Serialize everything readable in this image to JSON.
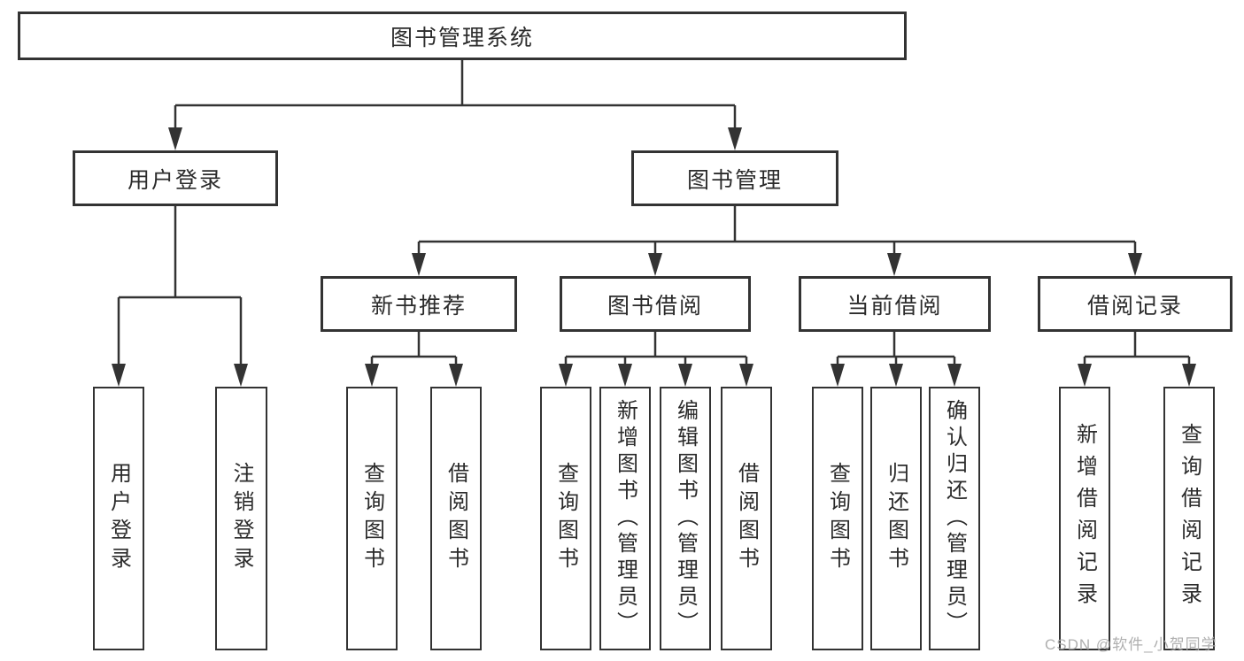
{
  "tree": {
    "root": "图书管理系统",
    "children": [
      {
        "label": "用户登录",
        "children": [
          {
            "label": "用户登录"
          },
          {
            "label": "注销登录"
          }
        ]
      },
      {
        "label": "图书管理",
        "children": [
          {
            "label": "新书推荐",
            "children": [
              {
                "label": "查询图书"
              },
              {
                "label": "借阅图书"
              }
            ]
          },
          {
            "label": "图书借阅",
            "children": [
              {
                "label": "查询图书"
              },
              {
                "label": "新增图书（管理员）"
              },
              {
                "label": "编辑图书（管理员）"
              },
              {
                "label": "借阅图书"
              }
            ]
          },
          {
            "label": "当前借阅",
            "children": [
              {
                "label": "查询图书"
              },
              {
                "label": "归还图书"
              },
              {
                "label": "确认归还（管理员）"
              }
            ]
          },
          {
            "label": "借阅记录",
            "children": [
              {
                "label": "新增借阅记录"
              },
              {
                "label": "查询借阅记录"
              }
            ]
          }
        ]
      }
    ]
  },
  "watermark": {
    "text": "CSDN @软件_小贺同学"
  },
  "colors": {
    "line": "#333333",
    "box_border": "#333333",
    "text": "#2b2b2b",
    "watermark": "#a9a9a9",
    "background": "#ffffff"
  }
}
